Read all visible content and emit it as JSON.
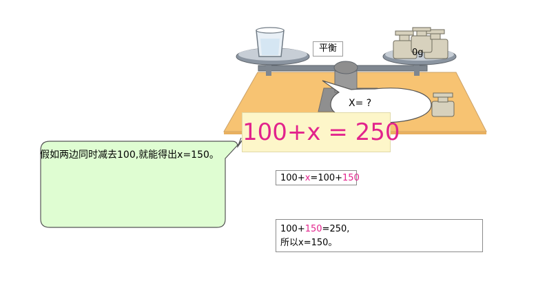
{
  "balance_label": "平衡",
  "weight_label": "0g",
  "question_bubble": "X= ?",
  "main_equation": "100+x = 250",
  "hint_bubble": "假如两边同时减去100,就能得出x=150。",
  "step1": {
    "a": "100+",
    "x": "x",
    "b": "=100+",
    "c": "150"
  },
  "step2": {
    "line1_a": "100+",
    "line1_b": "150",
    "line1_c": "=250,",
    "line2": "所以x=150。"
  },
  "colors": {
    "highlight": "#e2238c",
    "table": "#f7c372",
    "bubble_green": "#dffdd2",
    "equation_bg": "#fdf6c9"
  }
}
